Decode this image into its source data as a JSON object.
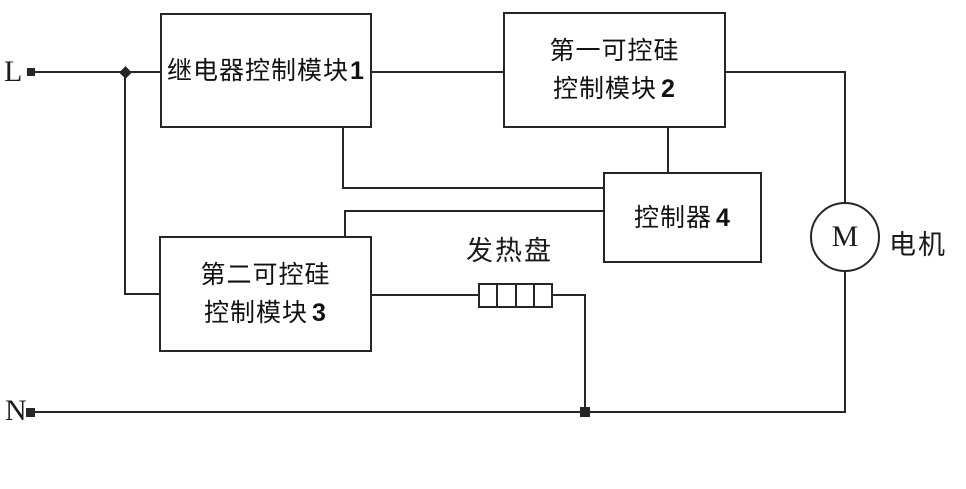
{
  "diagram": {
    "terminals": {
      "live": "L",
      "neutral": "N"
    },
    "blocks": {
      "relay": {
        "label": "继电器控制模块",
        "number": "1"
      },
      "scr1": {
        "line1": "第一可控硅",
        "line2": "控制模块",
        "number": "2"
      },
      "scr2": {
        "line1": "第二可控硅",
        "line2": "控制模块",
        "number": "3"
      },
      "controller": {
        "label": "控制器",
        "number": "4"
      }
    },
    "heater": {
      "label": "发热盘"
    },
    "motor": {
      "symbol": "M",
      "label": "电机"
    },
    "colors": {
      "line": "#262626",
      "background": "#ffffff"
    }
  }
}
